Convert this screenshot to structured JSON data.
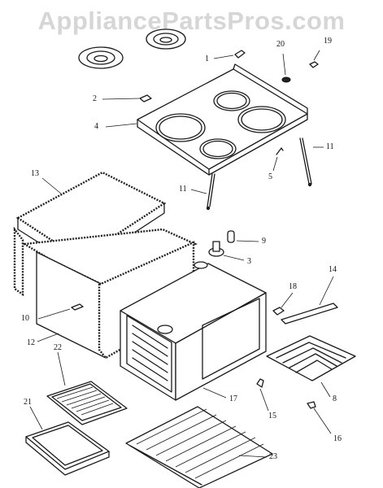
{
  "watermark": "AppliancePartsPros.com",
  "labels": {
    "l1": "1",
    "l2": "2",
    "l3": "3",
    "l4": "4",
    "l5": "5",
    "l8": "8",
    "l9": "9",
    "l10": "10",
    "l11a": "11",
    "l11b": "11",
    "l12": "12",
    "l13": "13",
    "l14": "14",
    "l15": "15",
    "l16": "16",
    "l17": "17",
    "l18": "18",
    "l19": "19",
    "l20": "20",
    "l21": "21",
    "l22": "22",
    "l23": "23"
  }
}
